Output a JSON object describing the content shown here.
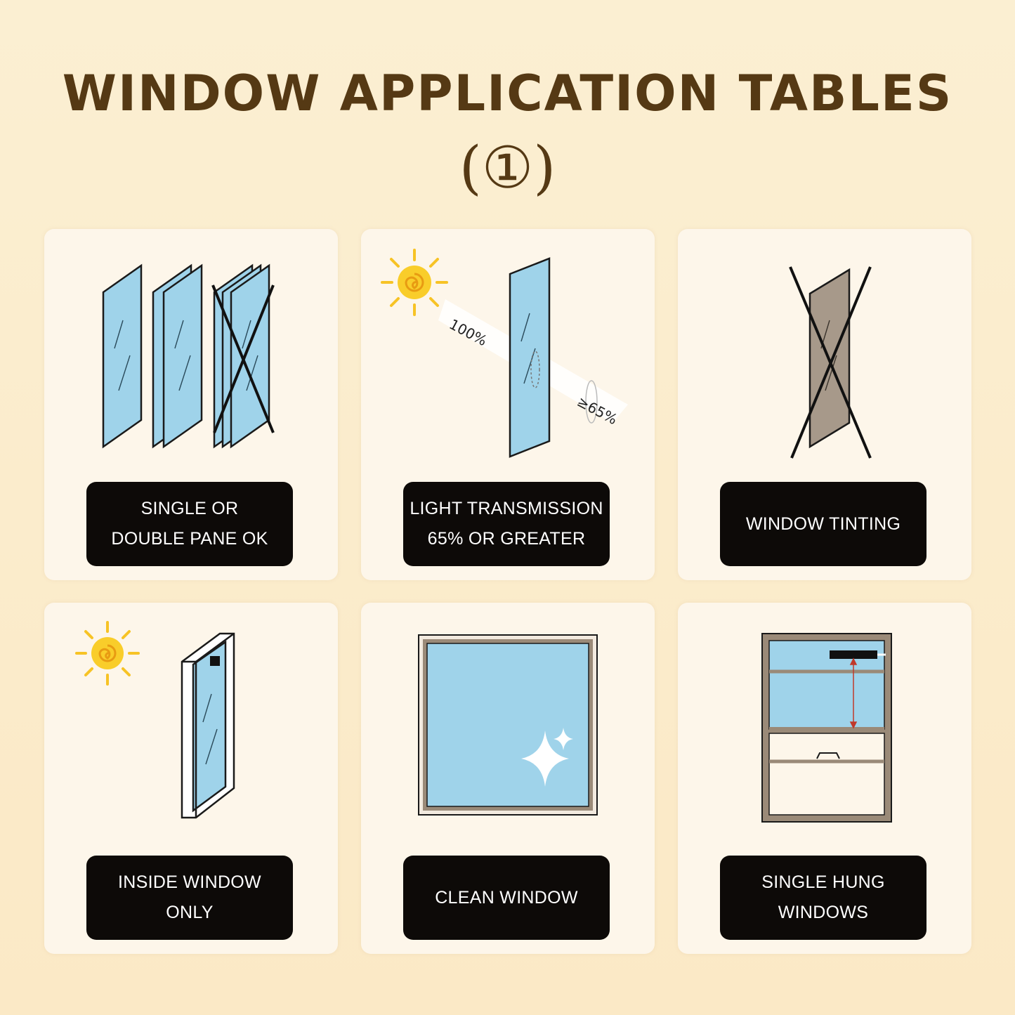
{
  "title": "WINDOW APPLICATION TABLES",
  "subtitle": "(①)",
  "cards": [
    {
      "label": "SINGLE OR\nDOUBLE PANE OK"
    },
    {
      "label": "LIGHT TRANSMISSION\n65% OR GREATER",
      "beam_in": "100%",
      "beam_out": "≥65%"
    },
    {
      "label": "WINDOW TINTING"
    },
    {
      "label": "INSIDE WINDOW\nONLY"
    },
    {
      "label": "CLEAN WINDOW"
    },
    {
      "label": "SINGLE HUNG\nWINDOWS"
    }
  ],
  "icons": [
    "glass-pane-icon",
    "sun-icon",
    "cross-mark-icon",
    "sparkle-icon",
    "window-frame-icon"
  ],
  "colors": {
    "title": "#553914",
    "glass": "#9fd3ea",
    "tint": "#a7998a",
    "sun": "#f7c325",
    "label_bg": "#0d0a08",
    "frame": "#9a8a78"
  }
}
